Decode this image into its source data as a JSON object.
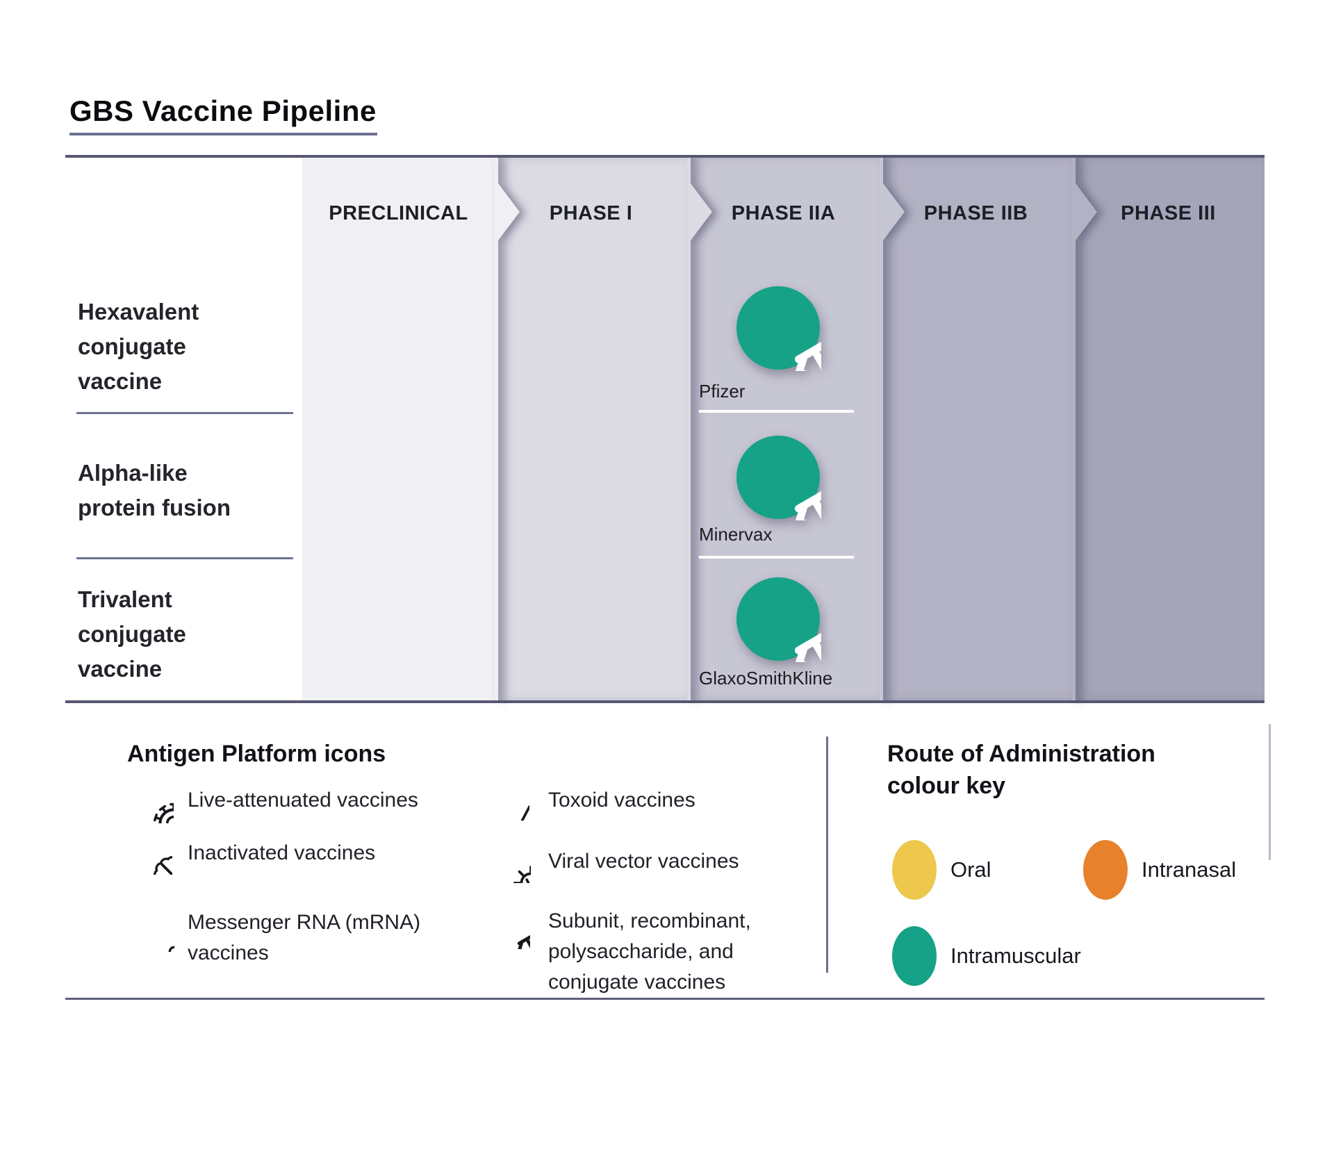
{
  "title": "GBS Vaccine Pipeline",
  "phases": [
    {
      "label": "PRECLINICAL",
      "color": "#f0eff3"
    },
    {
      "label": "PHASE I",
      "color": "#dcdbe4"
    },
    {
      "label": "PHASE IIA",
      "color": "#c7c6d3"
    },
    {
      "label": "PHASE IIB",
      "color": "#b3b2c4"
    },
    {
      "label": "PHASE III",
      "color": "#a5a4b9"
    }
  ],
  "rows": [
    {
      "label_lines": [
        "Hexavalent",
        "conjugate",
        "vaccine"
      ],
      "entry": {
        "phase": "PHASE IIA",
        "company": "Pfizer",
        "platform_icon": "subunit-conjugate-icon",
        "route": "Intramuscular"
      }
    },
    {
      "label_lines": [
        "Alpha-like",
        "protein fusion"
      ],
      "entry": {
        "phase": "PHASE IIA",
        "company": "Minervax",
        "platform_icon": "subunit-conjugate-icon",
        "route": "Intramuscular"
      }
    },
    {
      "label_lines": [
        "Trivalent",
        "conjugate",
        "vaccine"
      ],
      "entry": {
        "phase": "PHASE IIA",
        "company": "GlaxoSmithKline",
        "platform_icon": "subunit-conjugate-icon",
        "route": "Intramuscular"
      }
    }
  ],
  "antigen_legend": {
    "heading": "Antigen Platform icons",
    "items": [
      {
        "icon": "live-attenuated-virus-icon",
        "lines": [
          "Live-attenuated vaccines"
        ]
      },
      {
        "icon": "inactivated-icon",
        "lines": [
          "Inactivated vaccines"
        ]
      },
      {
        "icon": "mrna-icon",
        "lines": [
          "Messenger RNA (mRNA)",
          "vaccines"
        ]
      },
      {
        "icon": "toxoid-icon",
        "lines": [
          "Toxoid vaccines"
        ]
      },
      {
        "icon": "viral-vector-icon",
        "lines": [
          "Viral vector vaccines"
        ]
      },
      {
        "icon": "subunit-conjugate-icon",
        "lines": [
          "Subunit, recombinant,",
          "polysaccharide, and",
          "conjugate vaccines"
        ]
      }
    ]
  },
  "route_key": {
    "heading_lines": [
      "Route of Administration",
      "colour key"
    ],
    "items": [
      {
        "label": "Oral",
        "color": "#edc84d"
      },
      {
        "label": "Intranasal",
        "color": "#e8812b"
      },
      {
        "label": "Intramuscular",
        "color": "#16a287"
      }
    ]
  }
}
